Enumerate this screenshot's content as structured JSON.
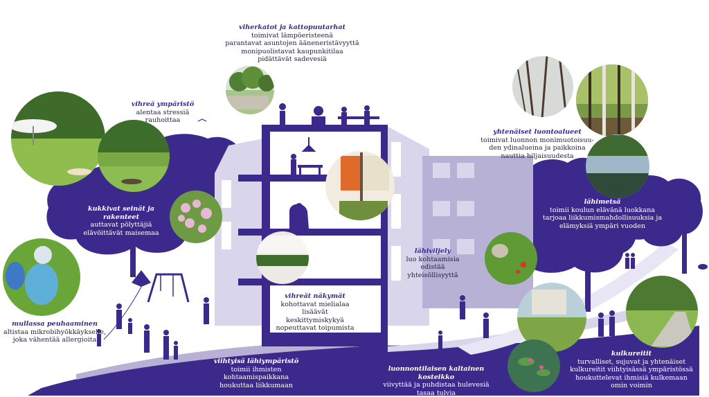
{
  "colors": {
    "purple": "#3b2a8c",
    "light_purple": "#b7b1d6",
    "pale_purple": "#d9d6ec",
    "white": "#ffffff"
  },
  "labels": {
    "viherkatot": {
      "title": "viherkatot ja kattopuutarhat",
      "body": "toimivat lämpöeristeenä\nparantavat asuntojen ääneneristävyyttä\nmonipuolistavat kaupunkitilaa\npidättävät sadevesiä"
    },
    "vihrea_ymparisto": {
      "title": "vihreä ympäristö",
      "body": "alentaa stressiä\nrauhoittaa"
    },
    "yhteiset": {
      "title": "yhtenäiset luontoalueet",
      "body": "toimivat luonnon monimuotoisuu-\nden ydinalueina ja paikkoina\nnauttia hiljaisuudesta"
    },
    "kukkivat": {
      "title": "kukkivat seinät ja rakenteet",
      "body": "auttavat pölyttäjiä\nelävöittävät maisemaa"
    },
    "lahimetsa": {
      "title": "lähimetsä",
      "body": "toimii koulun elävänä luokkana\ntarjoaa liikkumismahdollisuuksia ja\nelämyksiä ympäri vuoden"
    },
    "lahiviljely": {
      "title": "lähiviljely",
      "body": "luo kohtaamisia\nedistää yhteisöllisyyttä"
    },
    "vihreat_nakymat": {
      "title": "vihreät näkymät",
      "body": "kohottavat mielialaa\nlisäävät keskittymiskykyä\nnopeuttavat toipumista"
    },
    "mullassa": {
      "title": "mullassa peuhaaminen",
      "body": "altistaa mikrobihyökkäykselle,\njoka vähentää allergioita"
    },
    "viihtyisa": {
      "title": "viihtyisä lähiympäristö",
      "body": "toimii ihmisten kohtaamispaikkana\nhoukuttaa liikkumaan"
    },
    "kosteikko": {
      "title": "luonnontilaisen kaltainen kosteikko",
      "body": "viivyttää ja puhdistaa hulevesiä\ntasaa tulvia"
    },
    "kulkureitit": {
      "title": "kulkureitit",
      "body": "turvalliset, sujuvat ja yhtenäiset\nkulkureitit viihtyisässä ympäristössä\nhoukuttelevat ihmisiä kulkemaan\nomin voimin"
    }
  },
  "photos": [
    {
      "name": "photo-roof-garden"
    },
    {
      "name": "photo-park-picnic"
    },
    {
      "name": "photo-park-lawn"
    },
    {
      "name": "photo-winter-forest"
    },
    {
      "name": "photo-birch-forest"
    },
    {
      "name": "photo-lake"
    },
    {
      "name": "photo-window-view"
    },
    {
      "name": "photo-flowers"
    },
    {
      "name": "photo-balcony-plants"
    },
    {
      "name": "photo-child-soil"
    },
    {
      "name": "photo-gardening"
    },
    {
      "name": "photo-pond-building"
    },
    {
      "name": "photo-path"
    },
    {
      "name": "photo-water-lilies"
    }
  ]
}
